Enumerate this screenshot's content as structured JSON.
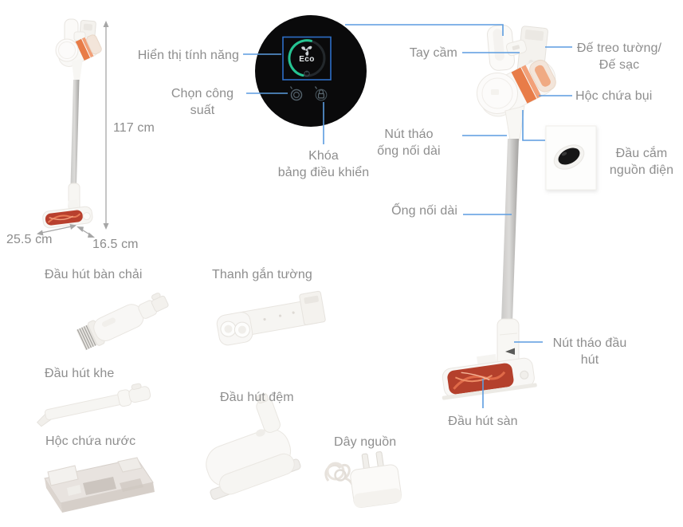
{
  "display": {
    "mode": "Eco",
    "labels": {
      "feature_display": "Hiển thị tính năng",
      "power_select": "Chọn công\nsuất",
      "panel_lock": "Khóa\nbảng điều khiển"
    }
  },
  "dimensions": {
    "height": "117 cm",
    "depth": "25.5 cm",
    "width": "16.5 cm"
  },
  "part_labels": {
    "handle": "Tay cầm",
    "wall_dock": "Đế treo tường/\nĐế sạc",
    "dust_box": "Hộc chứa bụi",
    "tube_release": "Nút tháo\nống nối dài",
    "power_port": "Đầu cắm\nnguồn điện",
    "extension_tube": "Ống nối dài",
    "head_release": "Nút tháo đầu\nhút",
    "floor_head": "Đầu hút sàn"
  },
  "accessory_labels": {
    "brush_head": "Đầu hút bàn chải",
    "wall_bar": "Thanh gắn tường",
    "crevice_head": "Đầu hút khe",
    "mattress_head": "Đầu hút đệm",
    "water_box": "Hộc chứa nước",
    "power_cord": "Dây nguồn"
  },
  "colors": {
    "label_text": "#8e8e8e",
    "callout_line": "#5b9ce0",
    "display_frame": "#2e6ec7",
    "eco_arc": "#25c492",
    "accent_orange": "#e87c48",
    "roller_red": "#b8402e"
  }
}
